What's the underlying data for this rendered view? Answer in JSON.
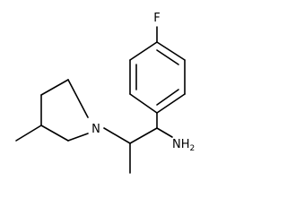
{
  "molecule": {
    "atoms": {
      "fluorine": "F",
      "nitrogen": "N",
      "amine": "NH",
      "amine_subscript": "2"
    }
  }
}
